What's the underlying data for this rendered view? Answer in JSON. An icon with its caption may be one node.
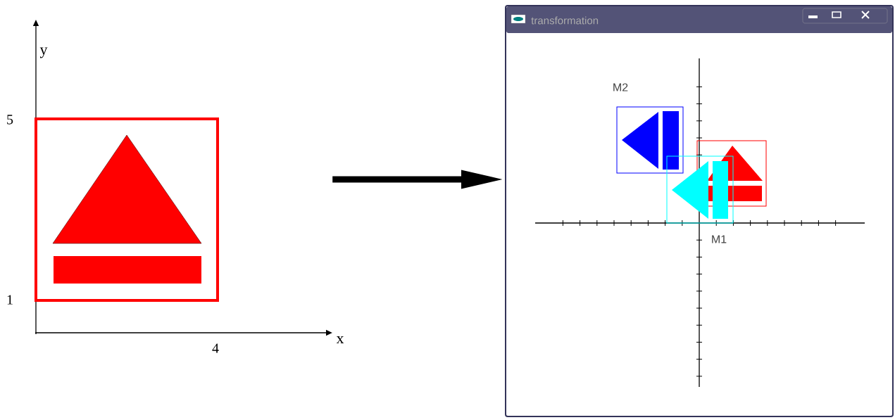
{
  "diagram": {
    "nodes": [
      {
        "text": [],
        "shape": "picture"
      },
      {
        "text": [
          "transformation"
        ]
      }
    ],
    "edges": [
      {
        "from": 0,
        "to": 1,
        "arrow": "to"
      }
    ],
    "labels": [
      "y",
      "5",
      "1",
      "4",
      "x",
      "M2",
      "M1"
    ]
  }
}
